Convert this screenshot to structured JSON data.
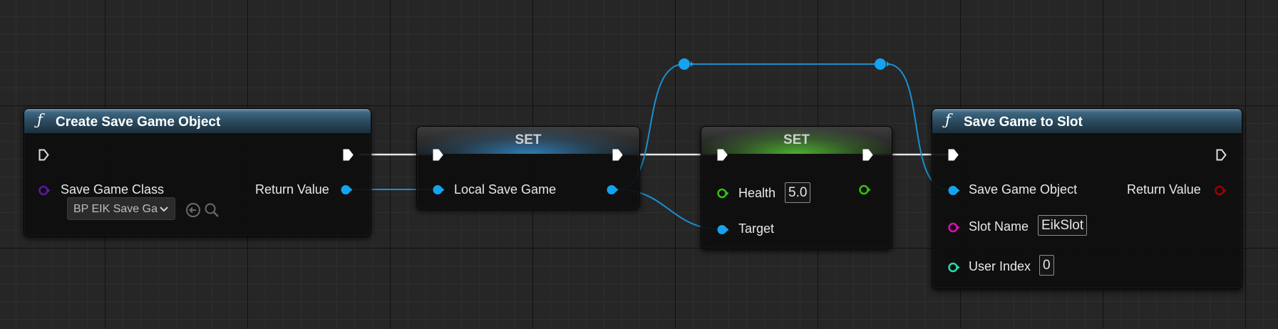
{
  "nodes": {
    "create_save_game_object": {
      "title": "Create Save Game Object",
      "icon": "function-icon",
      "pins": {
        "save_game_class": "Save Game Class",
        "return_value": "Return Value"
      },
      "class_selector": {
        "value": "BP EIK Save Game"
      }
    },
    "set_local_save_game": {
      "title": "SET",
      "pins": {
        "local_save_game": "Local Save Game"
      }
    },
    "set_health": {
      "title": "SET",
      "pins": {
        "health": "Health",
        "health_value": "5.0",
        "target": "Target"
      }
    },
    "save_game_to_slot": {
      "title": "Save Game to Slot",
      "icon": "function-icon",
      "pins": {
        "save_game_object": "Save Game Object",
        "return_value": "Return Value",
        "slot_name": "Slot Name",
        "slot_name_value": "EikSlot",
        "user_index": "User Index",
        "user_index_value": "0"
      }
    }
  },
  "colors": {
    "exec_wire": "#ffffff",
    "object_pin": "#16a2ef",
    "class_pin": "#5b18a6",
    "float_pin": "#34c20d",
    "bool_pin": "#9d0000",
    "string_pin": "#db0eb4",
    "int_pin": "#1fe0a8",
    "header_function": "#3d6780",
    "header_set_blue": "#3287c3",
    "header_set_green": "#50b932"
  }
}
